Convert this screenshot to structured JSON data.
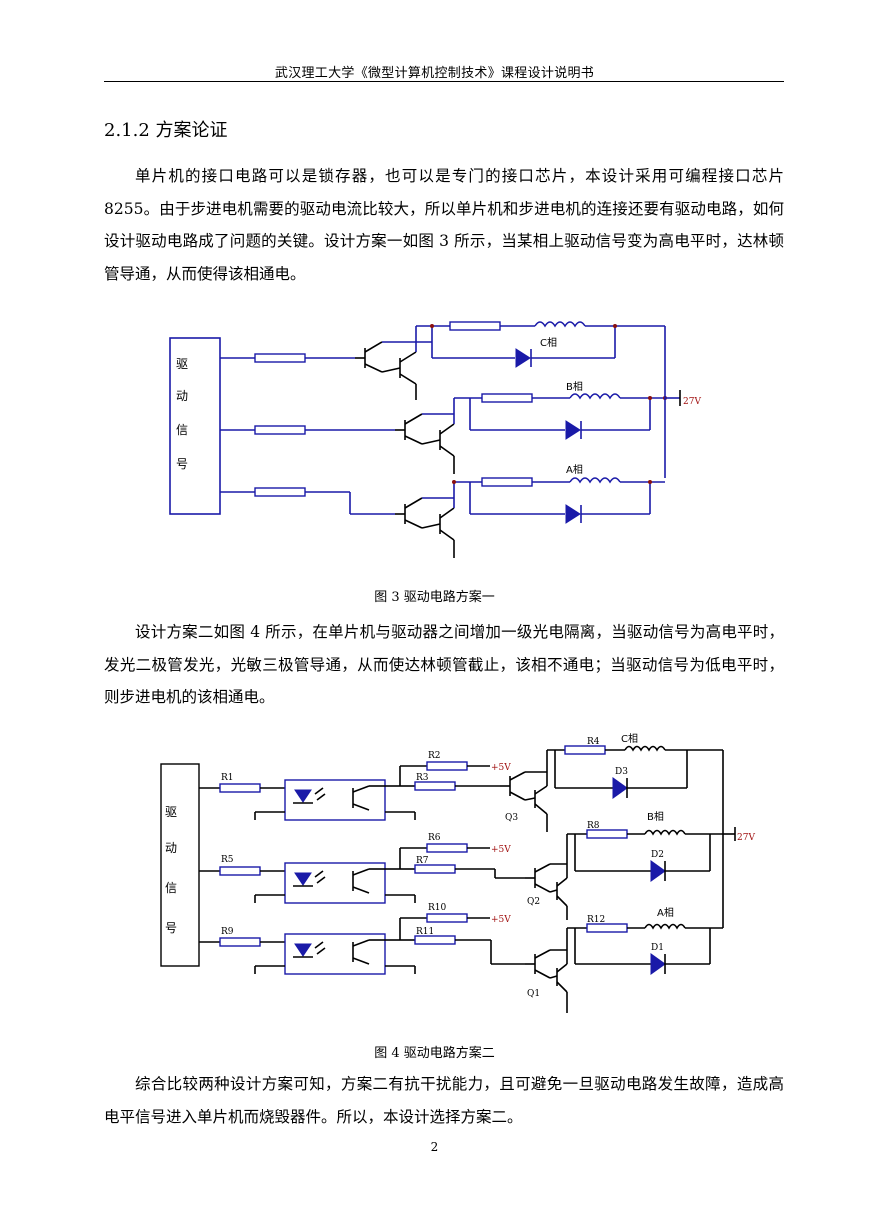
{
  "header": {
    "title": "武汉理工大学《微型计算机控制技术》课程设计说明书"
  },
  "section": {
    "title": "2.1.2  方案论证"
  },
  "paragraphs": {
    "p1": "单片机的接口电路可以是锁存器，也可以是专门的接口芯片，本设计采用可编程接口芯片 8255。由于步进电机需要的驱动电流比较大，所以单片机和步进电机的连接还要有驱动电路，如何设计驱动电路成了问题的关键。设计方案一如图 3 所示，当某相上驱动信号变为高电平时，达林顿管导通，从而使得该相通电。",
    "p2": "设计方案二如图 4 所示，在单片机与驱动器之间增加一级光电隔离，当驱动信号为高电平时，发光二极管发光，光敏三极管导通，从而使达林顿管截止，该相不通电；当驱动信号为低电平时，则步进电机的该相通电。",
    "p3": "综合比较两种设计方案可知，方案二有抗干扰能力，且可避免一旦驱动电路发生故障，造成高电平信号进入单片机而烧毁器件。所以，本设计选择方案二。"
  },
  "figure3": {
    "caption": "图 3  驱动电路方案一",
    "input_label": [
      "驱",
      "动",
      "信",
      "号"
    ],
    "phase_labels": {
      "c": "C相",
      "b": "B相",
      "a": "A相"
    },
    "supply": "27V"
  },
  "figure4": {
    "caption": "图 4  驱动电路方案二",
    "input_label": [
      "驱",
      "动",
      "信",
      "号"
    ],
    "resistors": {
      "r1": "R1",
      "r2": "R2",
      "r3": "R3",
      "r4": "R4",
      "r5": "R5",
      "r6": "R6",
      "r7": "R7",
      "r8": "R8",
      "r9": "R9",
      "r10": "R10",
      "r11": "R11",
      "r12": "R12"
    },
    "plus5v": "+5V",
    "transistors": {
      "q1": "Q1",
      "q2": "Q2",
      "q3": "Q3"
    },
    "diodes": {
      "d1": "D1",
      "d2": "D2",
      "d3": "D3"
    },
    "phase_labels": {
      "c": "C相",
      "b": "B相",
      "a": "A相"
    },
    "supply": "27V"
  },
  "page_number": "2"
}
